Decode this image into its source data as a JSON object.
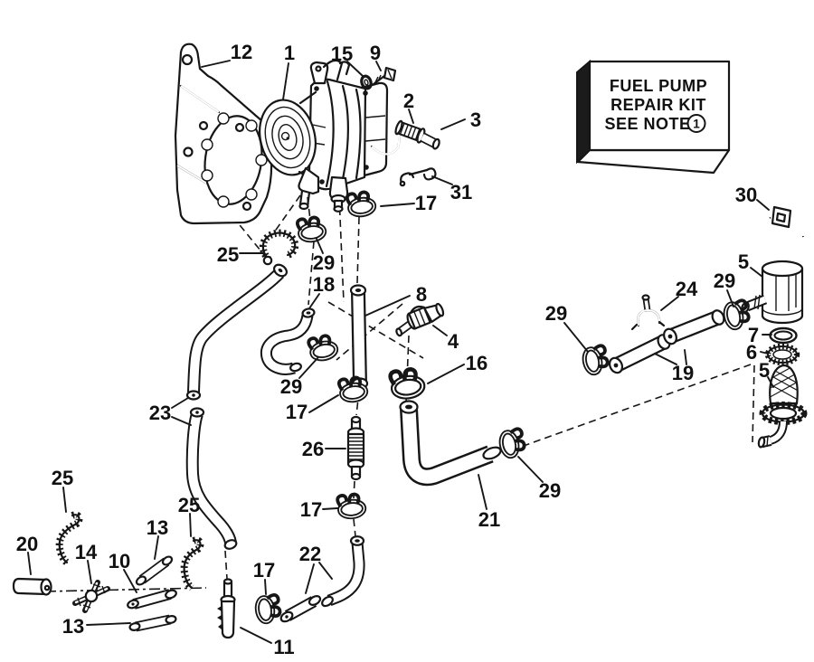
{
  "style": {
    "ink": "#161616",
    "paper": "#ffffff"
  },
  "note_box": {
    "line1": "FUEL PUMP",
    "line2": "REPAIR KIT",
    "line3": "SEE NOTE",
    "note_ref": "1"
  },
  "callouts": [
    {
      "label": "12"
    },
    {
      "label": "1"
    },
    {
      "label": "15"
    },
    {
      "label": "9"
    },
    {
      "label": "2"
    },
    {
      "label": "3"
    },
    {
      "label": "31"
    },
    {
      "label": "17"
    },
    {
      "label": "25"
    },
    {
      "label": "29"
    },
    {
      "label": "18"
    },
    {
      "label": "8"
    },
    {
      "label": "4"
    },
    {
      "label": "16"
    },
    {
      "label": "23"
    },
    {
      "label": "29"
    },
    {
      "label": "17"
    },
    {
      "label": "26"
    },
    {
      "label": "17"
    },
    {
      "label": "22"
    },
    {
      "label": "21"
    },
    {
      "label": "29"
    },
    {
      "label": "29"
    },
    {
      "label": "24"
    },
    {
      "label": "29"
    },
    {
      "label": "19"
    },
    {
      "label": "30"
    },
    {
      "label": "5"
    },
    {
      "label": "7"
    },
    {
      "label": "6"
    },
    {
      "label": "5"
    },
    {
      "label": "25"
    },
    {
      "label": "20"
    },
    {
      "label": "14"
    },
    {
      "label": "10"
    },
    {
      "label": "13"
    },
    {
      "label": "25"
    },
    {
      "label": "13"
    },
    {
      "label": "11"
    },
    {
      "label": "17"
    }
  ]
}
